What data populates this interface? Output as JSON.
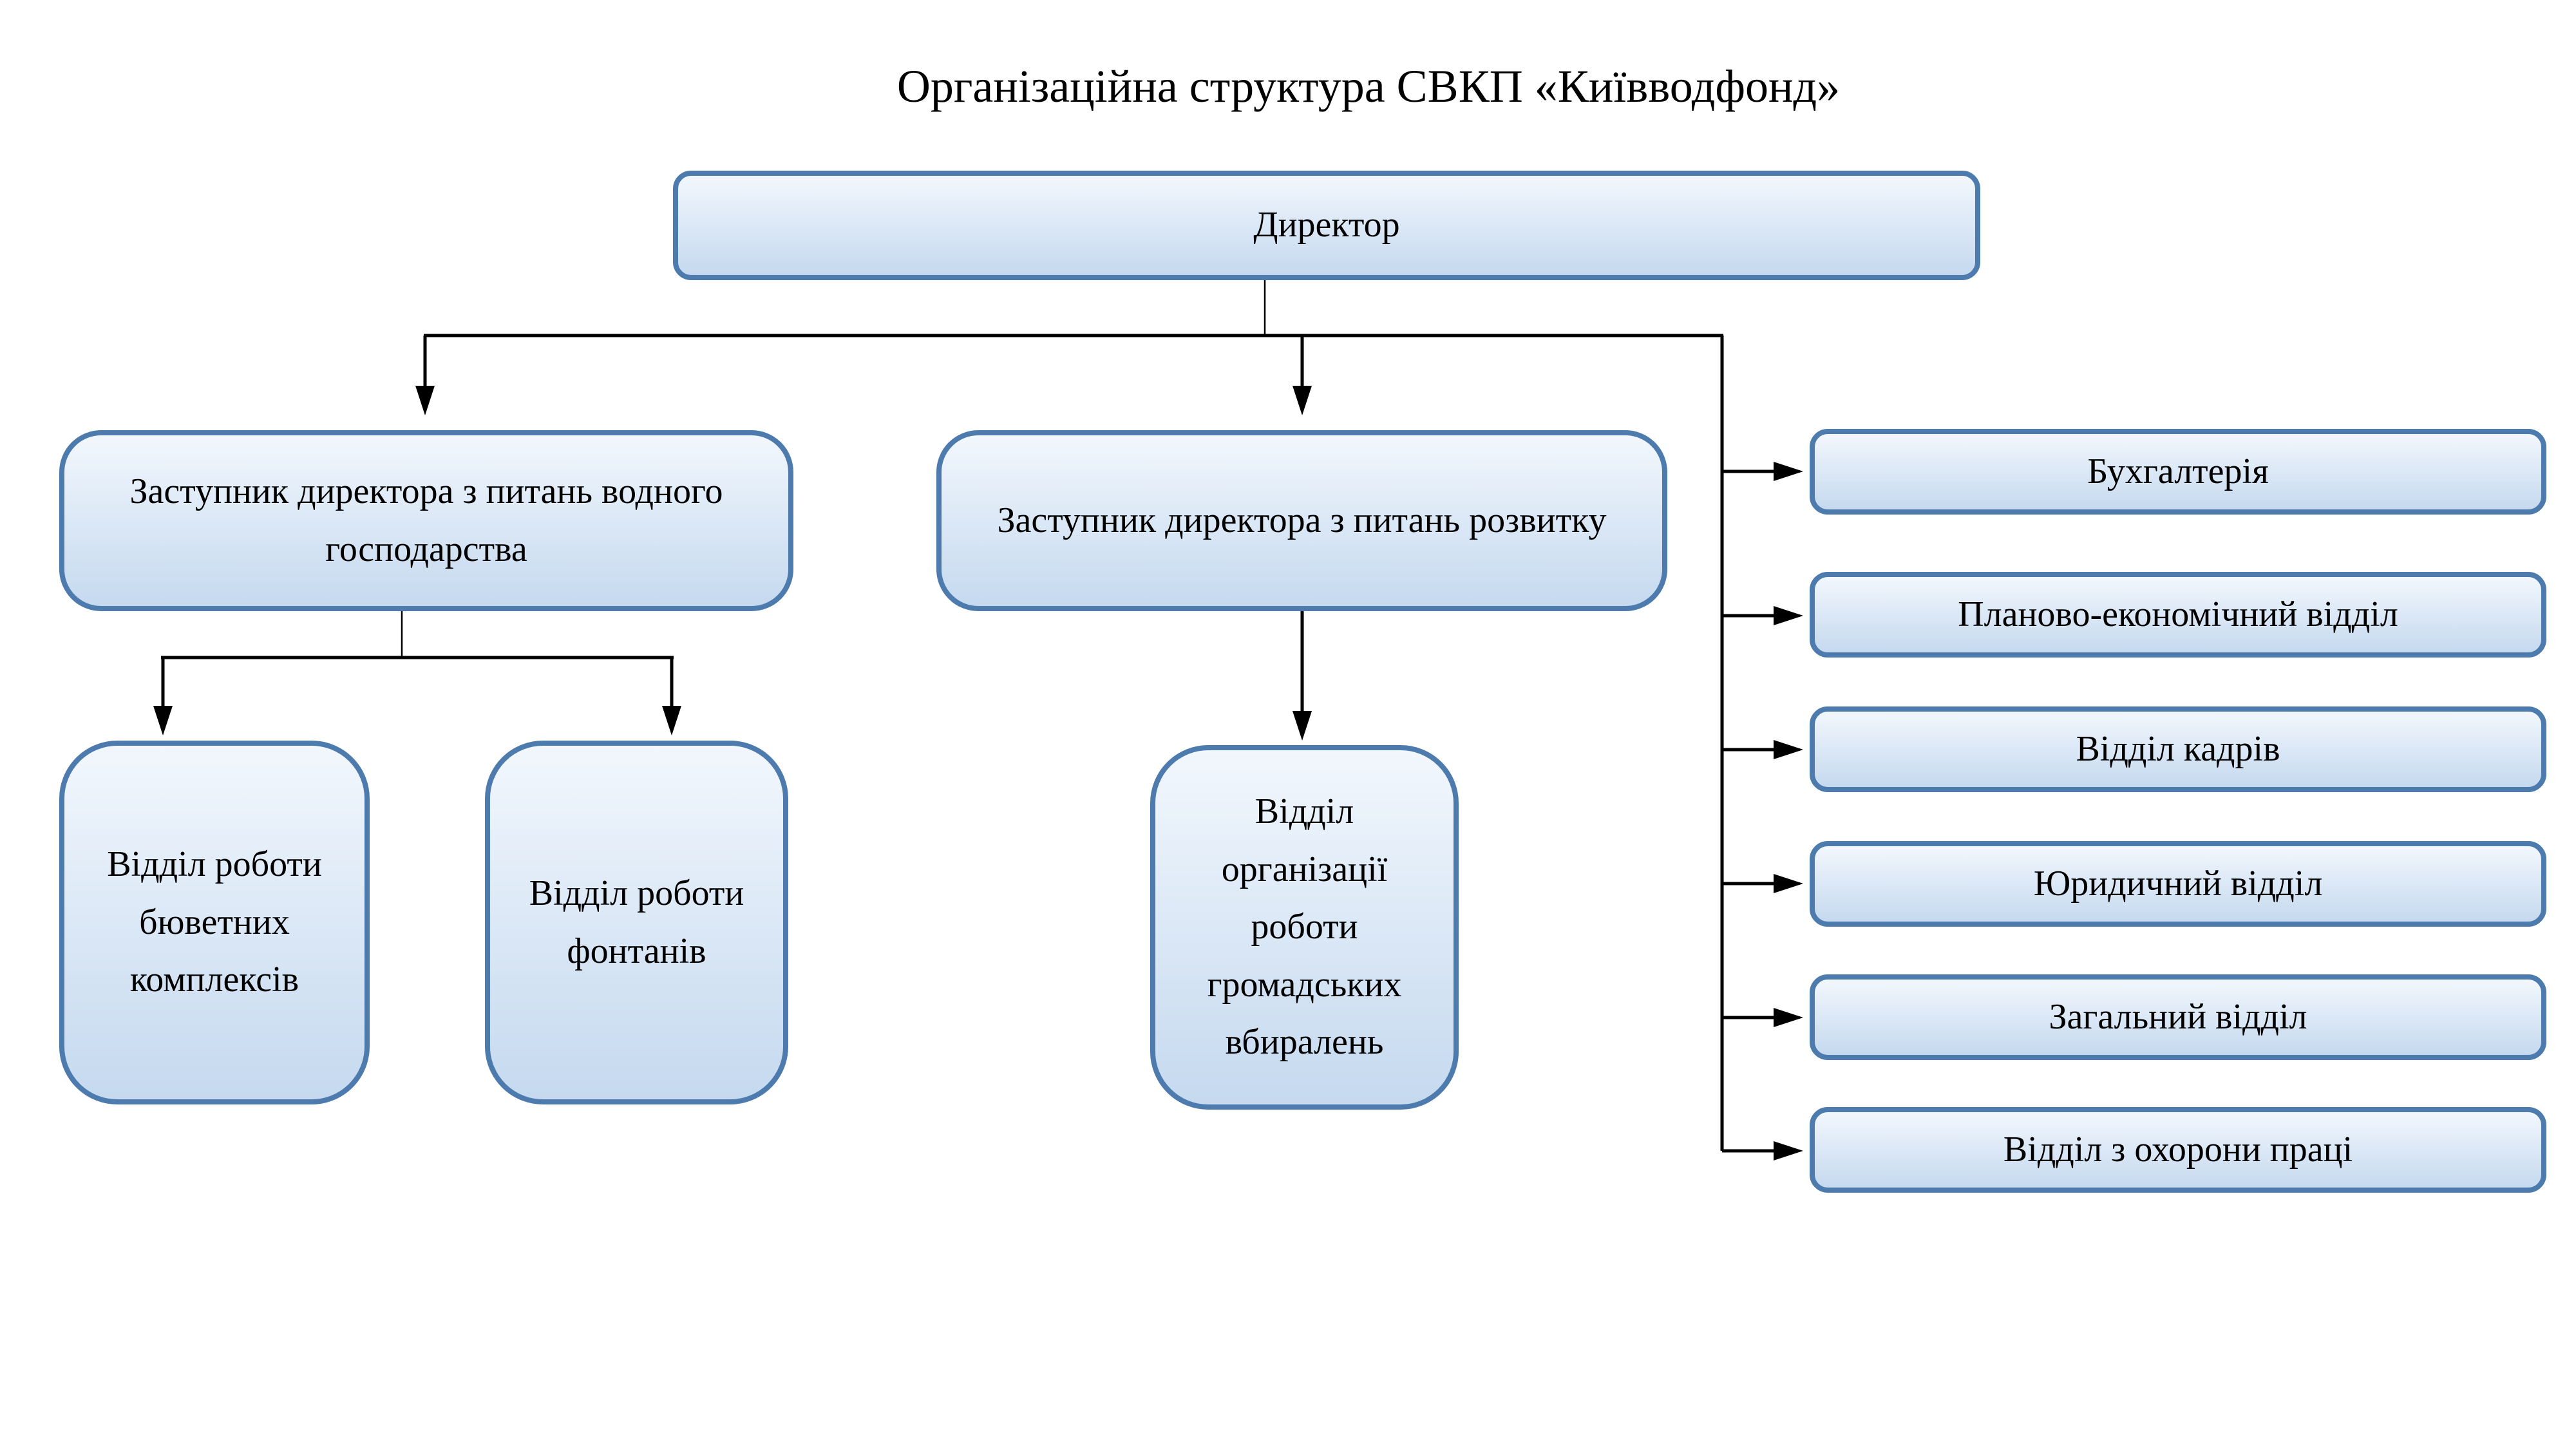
{
  "title": "Організаційна структура СВКП «Київводфонд»",
  "colors": {
    "node_border": "#4d7bad",
    "node_fill_top": "#f2f7fd",
    "node_fill_bottom": "#c5d9ef",
    "connector": "#000000",
    "background": "#ffffff",
    "text": "#000000"
  },
  "nodes": {
    "director": {
      "label": "Директор"
    },
    "deputy_water": {
      "label": "Заступник директора з питань водного господарства"
    },
    "deputy_development": {
      "label": "Заступник директора з питань розвитку"
    },
    "dept_buvet": {
      "label": "Відділ роботи бюветних комплексів"
    },
    "dept_fountains": {
      "label": "Відділ роботи фонтанів"
    },
    "dept_public_toilets": {
      "label": "Відділ організації роботи громадських вбиралень"
    },
    "right_column": [
      {
        "label": "Бухгалтерія"
      },
      {
        "label": "Планово-економічний відділ"
      },
      {
        "label": "Відділ кадрів"
      },
      {
        "label": "Юридичний відділ"
      },
      {
        "label": "Загальний відділ"
      },
      {
        "label": "Відділ з охорони праці"
      }
    ]
  }
}
